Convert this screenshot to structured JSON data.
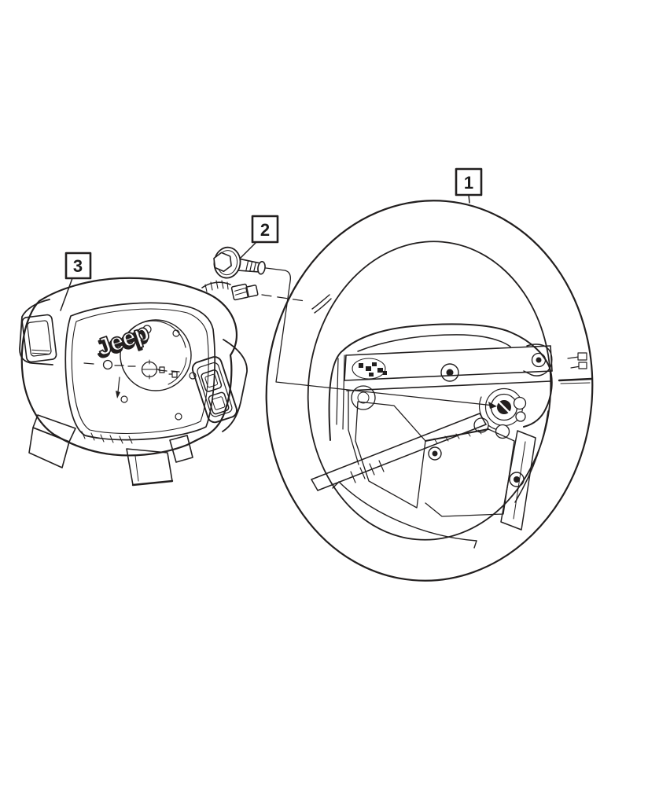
{
  "diagram": {
    "background_color": "#ffffff",
    "line_color": "#221f1f",
    "badge_text": "Jeep",
    "callouts": [
      {
        "label": "1"
      },
      {
        "label": "2"
      },
      {
        "label": "3"
      }
    ]
  }
}
